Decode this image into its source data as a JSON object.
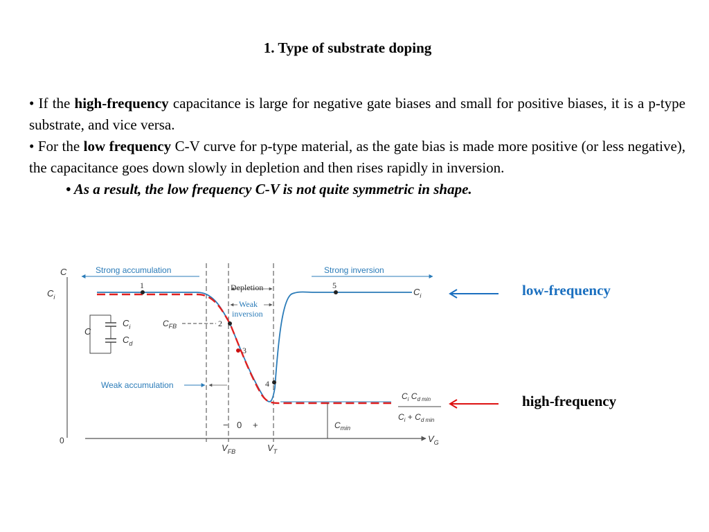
{
  "slide": {
    "title": "1. Type of substrate doping",
    "bullets": [
      {
        "marker": "•",
        "t1": " If the ",
        "b1": "high-frequency",
        "t2": " capacitance is large for negative gate biases and small for positive biases, it is a p-type substrate, and vice versa."
      },
      {
        "marker": "•",
        "t1": " For the ",
        "b1": "low frequency",
        "t2": " C-V curve for p-type material, as the gate bias is made more positive (or less negative), the capacitance goes down slowly in depletion and then rises rapidly in inversion."
      },
      {
        "marker": "•",
        "text": " As a result, the low frequency C-V is not quite symmetric in shape."
      }
    ]
  },
  "figure": {
    "axis_y": "C",
    "axis_x": "V",
    "axis_x_sub": "G",
    "origin": "0",
    "ci_left": "C",
    "ci_left_sub": "i",
    "ci_right": "C",
    "ci_right_sub": "i",
    "strong_accumulation": "Strong accumulation",
    "strong_inversion": "Strong inversion",
    "depletion": "Depletion",
    "weak_inversion_1": "Weak",
    "weak_inversion_2": "inversion",
    "weak_accumulation": "Weak accumulation",
    "cfb": "C",
    "cfb_sub": "FB",
    "vfb": "V",
    "vfb_sub": "FB",
    "vt": "V",
    "vt_sub": "T",
    "sign_minus": "−",
    "sign_zero": "0",
    "sign_plus": "+",
    "points": [
      "1",
      "2",
      "3",
      "4",
      "5"
    ],
    "cmin": "C",
    "cmin_sub": "min",
    "circuit_c": "C",
    "circuit_ci": "C",
    "circuit_ci_sub": "i",
    "circuit_cd": "C",
    "circuit_cd_sub": "d",
    "formula_num_a": "C",
    "formula_num_a_sub": "i",
    "formula_num_b": "C",
    "formula_num_b_sub": "d min",
    "formula_den_a": "C",
    "formula_den_a_sub": "i",
    "formula_den_plus": " + ",
    "formula_den_b": "C",
    "formula_den_b_sub": "d min",
    "curves": [
      {
        "name": "low-frequency",
        "color": "#2a7bb8"
      },
      {
        "name": "high-frequency",
        "color": "#e02020"
      }
    ]
  },
  "labels": {
    "low": "low-frequency",
    "high": "high-frequency",
    "low_color": "#1a6fbf",
    "high_color": "#000000",
    "arrow_low_color": "#1a6fbf",
    "arrow_high_color": "#dd1111"
  }
}
